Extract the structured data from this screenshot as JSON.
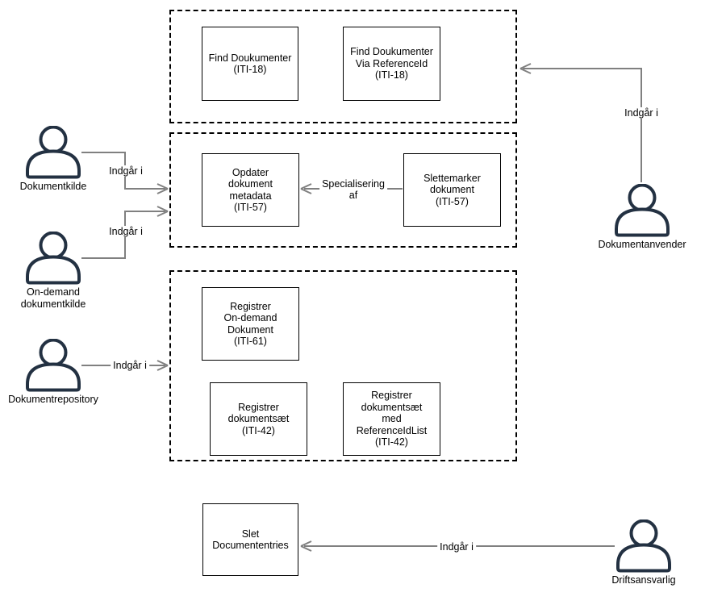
{
  "colors": {
    "background": "#ffffff",
    "actor_outline": "#233142",
    "connector": "#808080",
    "shape_border": "#000000",
    "text": "#000000"
  },
  "groups": [
    {
      "id": "group-find",
      "contains": [
        "find-doukumenter",
        "find-doukumenter-via-referenceid"
      ]
    },
    {
      "id": "group-update",
      "contains": [
        "opdater-dokument-metadata",
        "slettemarker-dokument"
      ]
    },
    {
      "id": "group-register",
      "contains": [
        "registrer-on-demand-dokument",
        "registrer-dokumentsaet",
        "registrer-dokumentsaet-med-referenceidlist"
      ]
    }
  ],
  "use_cases": [
    {
      "id": "find-doukumenter",
      "label": "Find Doukumenter\n(ITI-18)"
    },
    {
      "id": "find-doukumenter-via-referenceid",
      "label": "Find Doukumenter\nVia ReferenceId\n(ITI-18)"
    },
    {
      "id": "opdater-dokument-metadata",
      "label": "Opdater\ndokument\nmetadata\n(ITI-57)"
    },
    {
      "id": "slettemarker-dokument",
      "label": "Slettemarker\ndokument\n(ITI-57)"
    },
    {
      "id": "registrer-on-demand-dokument",
      "label": "Registrer\nOn-demand\nDokument\n(ITI-61)"
    },
    {
      "id": "registrer-dokumentsaet",
      "label": "Registrer\ndokumentsæt\n(ITI-42)"
    },
    {
      "id": "registrer-dokumentsaet-med-referenceidlist",
      "label": "Registrer\ndokumentsæt\nmed ReferenceIdList\n(ITI-42)"
    },
    {
      "id": "slet-documententries",
      "label": "Slet\nDocumententries"
    }
  ],
  "actors": [
    {
      "id": "dokumentkilde",
      "label": "Dokumentkilde"
    },
    {
      "id": "on-demand-dokumentkilde",
      "label": "On-demand\ndokumentkilde"
    },
    {
      "id": "dokumentrepository",
      "label": "Dokumentrepository"
    },
    {
      "id": "dokumentanvender",
      "label": "Dokumentanvender"
    },
    {
      "id": "driftsansvarlig",
      "label": "Driftsansvarlig"
    }
  ],
  "connections": [
    {
      "from": "dokumentkilde",
      "to": "group-update",
      "label": "Indgår i"
    },
    {
      "from": "on-demand-dokumentkilde",
      "to": "group-update",
      "label": "Indgår i"
    },
    {
      "from": "dokumentrepository",
      "to": "group-register",
      "label": "Indgår i"
    },
    {
      "from": "dokumentanvender",
      "to": "group-find",
      "label": "Indgår i"
    },
    {
      "from": "driftsansvarlig",
      "to": "slet-documententries",
      "label": "Indgår i"
    },
    {
      "from": "slettemarker-dokument",
      "to": "opdater-dokument-metadata",
      "label": "Specialisering\naf"
    }
  ]
}
